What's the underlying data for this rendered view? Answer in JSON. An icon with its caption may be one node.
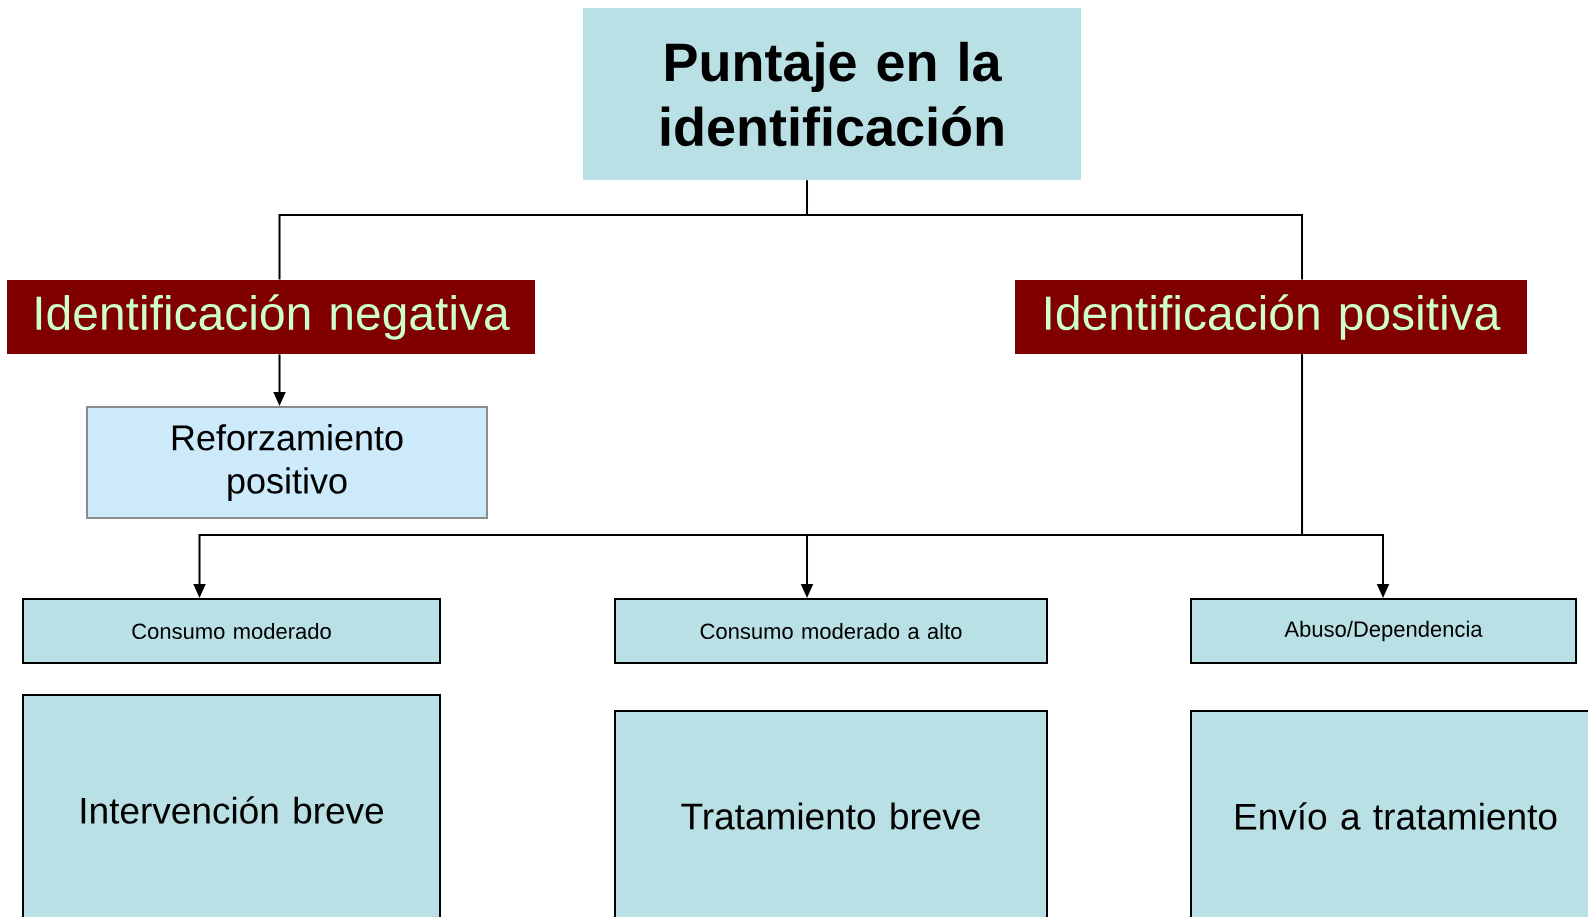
{
  "diagram": {
    "nodes": [
      {
        "text": [
          "Puntaje en la identificación"
        ]
      },
      {
        "text": [
          "Identificación negativa"
        ]
      },
      {
        "text": [
          "Identificación positiva"
        ]
      },
      {
        "text": [
          "Reforzamiento positivo"
        ]
      },
      {
        "text": [
          "Consumo moderado"
        ]
      },
      {
        "text": [
          "Consumo moderado a alto"
        ]
      },
      {
        "text": [
          "Abuso/Dependencia"
        ]
      },
      {
        "text": [
          "Intervención breve"
        ]
      },
      {
        "text": [
          "Tratamiento breve"
        ]
      },
      {
        "text": [
          "Envío a tratamiento"
        ]
      }
    ],
    "edges": [
      {
        "from": 0,
        "to": 1,
        "arrow": "none"
      },
      {
        "from": 0,
        "to": 2,
        "arrow": "none"
      },
      {
        "from": 1,
        "to": 3,
        "arrow": "to"
      },
      {
        "from": 2,
        "to": 4,
        "arrow": "to"
      },
      {
        "from": 2,
        "to": 5,
        "arrow": "to"
      },
      {
        "from": 2,
        "to": 6,
        "arrow": "to"
      }
    ]
  }
}
